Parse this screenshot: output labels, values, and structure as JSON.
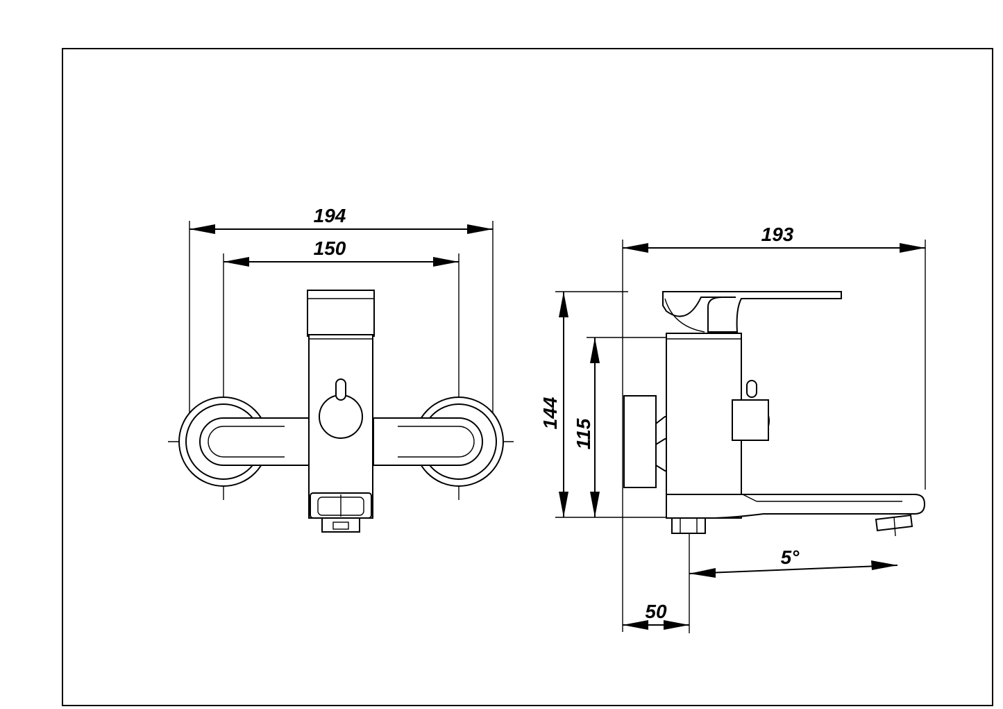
{
  "front_view": {
    "overall_width": "194",
    "centers_distance": "150"
  },
  "side_view": {
    "depth": "193",
    "height_total": "144",
    "height_body": "115",
    "wall_offset": "50",
    "spout_angle": "5°"
  },
  "colors": {
    "line": "#000000",
    "background": "#ffffff"
  }
}
